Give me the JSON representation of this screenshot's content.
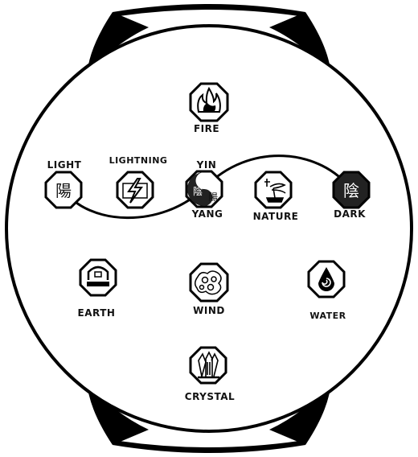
{
  "elements": {
    "fire": {
      "label": "FIRE",
      "icon": "flame-icon"
    },
    "light": {
      "label": "LIGHT",
      "icon": "yang-kanji-icon",
      "glyph": "陽"
    },
    "lightning": {
      "label": "LIGHTNING",
      "icon": "lightning-bolt-icon"
    },
    "yin": {
      "label": "YIN",
      "icon": "yin-yang-kanji-icon",
      "glyph_dark": "陰",
      "glyph_light": "陽"
    },
    "yang": {
      "label": "YANG"
    },
    "nature": {
      "label": "NATURE",
      "icon": "bonsai-tree-icon"
    },
    "dark": {
      "label": "DARK",
      "icon": "yin-kanji-icon",
      "glyph": "陰"
    },
    "earth": {
      "label": "EARTH",
      "icon": "earth-glyph-icon"
    },
    "wind": {
      "label": "WIND",
      "icon": "swirling-cloud-icon"
    },
    "water": {
      "label": "WATER",
      "icon": "water-drop-icon"
    },
    "crystal": {
      "label": "CRYSTAL",
      "icon": "crystal-icon"
    }
  },
  "colors": {
    "ink": "#111111",
    "background": "#ffffff",
    "dark_fill": "#222222"
  }
}
